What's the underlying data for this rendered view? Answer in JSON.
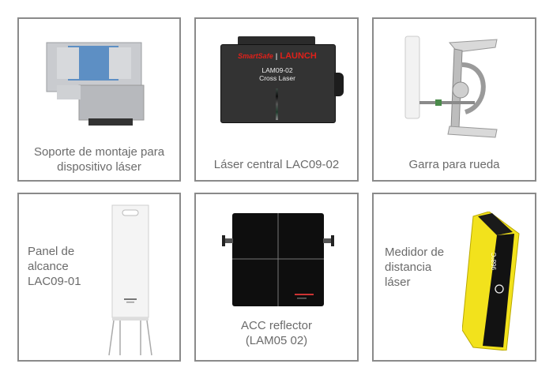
{
  "products": [
    {
      "caption_lines": [
        "Soporte de montaje para",
        "dispositivo láser"
      ]
    },
    {
      "caption": "Láser central LAC09-02",
      "device_brand_left": "SmartSafe",
      "device_brand_right": "LAUNCH",
      "device_model": "LAM09-02",
      "device_subtitle": "Cross Laser"
    },
    {
      "caption": "Garra para rueda"
    },
    {
      "caption_lines": [
        "Panel de",
        "alcance",
        "LAC09-01"
      ]
    },
    {
      "caption_lines": [
        "ACC reflector",
        "(LAM05 02)"
      ]
    },
    {
      "caption_lines": [
        "Medidor de",
        "distancia",
        "láser"
      ],
      "device_display": "968⁰C"
    }
  ],
  "colors": {
    "border": "#8a8a8a",
    "caption": "#6b6b6b",
    "brand_red": "#e0201a",
    "meter_yellow": "#f2e21c"
  }
}
